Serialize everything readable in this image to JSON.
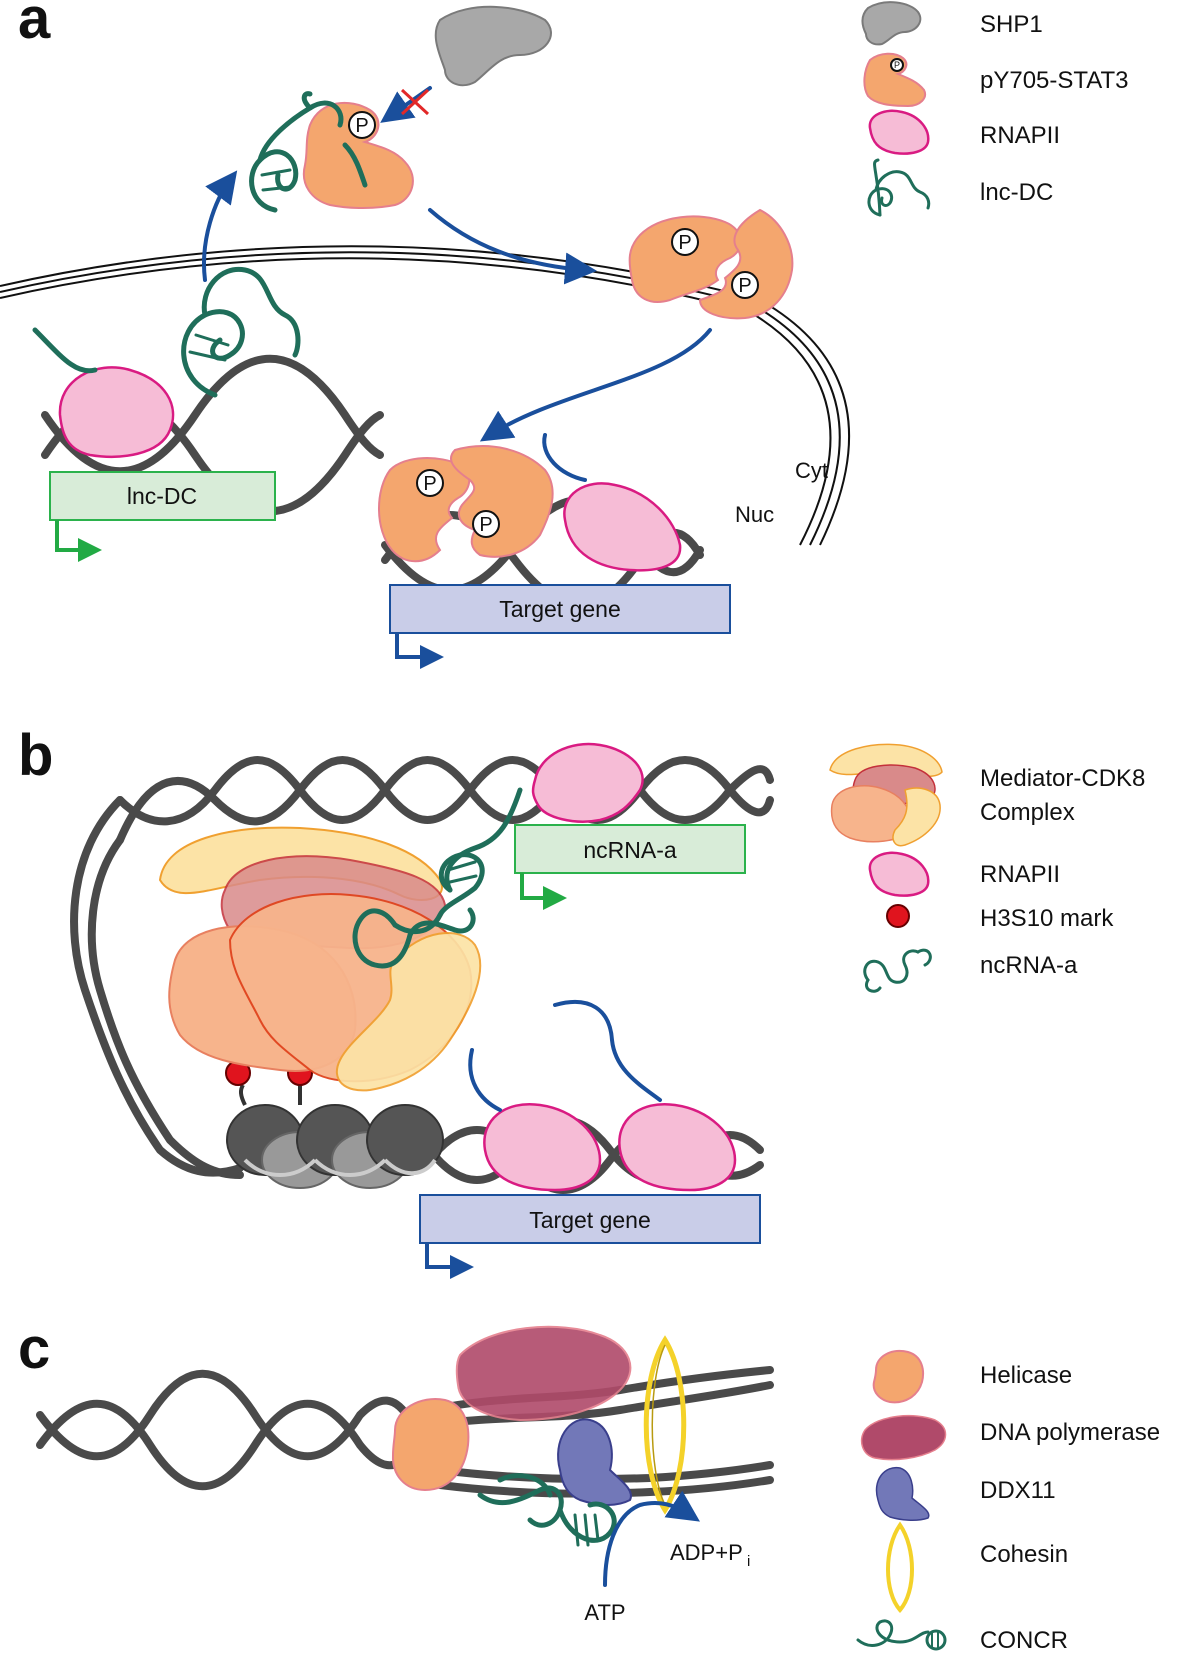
{
  "panels": {
    "a": {
      "letter": "a",
      "legend": [
        {
          "label": "SHP1",
          "icon": "shp1-icon"
        },
        {
          "label": "pY705-STAT3",
          "icon": "stat3-icon"
        },
        {
          "label": "RNAPII",
          "icon": "rnapii-icon"
        },
        {
          "label": "lnc-DC",
          "icon": "lncrna-icon"
        }
      ],
      "phospho_label": "P",
      "gene_lnc": "lnc-DC",
      "gene_target": "Target gene",
      "cyt_label": "Cyt",
      "nuc_label": "Nuc"
    },
    "b": {
      "letter": "b",
      "legend": [
        {
          "label": "Mediator-CDK8",
          "label2": "Complex",
          "icon": "mediator-icon"
        },
        {
          "label": "RNAPII",
          "icon": "rnapii-icon"
        },
        {
          "label": "H3S10 mark",
          "icon": "h3s10-icon"
        },
        {
          "label": "ncRNA-a",
          "icon": "ncrna-icon"
        }
      ],
      "gene_ncrna": "ncRNA-a",
      "gene_target": "Target gene"
    },
    "c": {
      "letter": "c",
      "legend": [
        {
          "label": "Helicase",
          "icon": "helicase-icon"
        },
        {
          "label": "DNA polymerase",
          "icon": "polymerase-icon"
        },
        {
          "label": "DDX11",
          "icon": "ddx11-icon"
        },
        {
          "label": "Cohesin",
          "icon": "cohesin-icon"
        },
        {
          "label": "CONCR",
          "icon": "concr-icon"
        }
      ],
      "atp_label": "ATP",
      "adp_label": "ADP+P",
      "adp_sub": "i"
    }
  },
  "colors": {
    "stat3": "#f4a66e",
    "rnapii": "#f6bcd6",
    "shp1": "#a8a8a8",
    "rna": "#1f6e5a",
    "dna": "#4a4a4a",
    "arrow": "#1a4f9c",
    "lnc_box": "#d8ecd8",
    "target_box": "#c9cde8",
    "mediator_yellow": "#fce3a6",
    "mediator_orange": "#f7b48c",
    "h3s10": "#e0141e",
    "polymerase": "#b04a6a",
    "ddx11": "#7278b8",
    "cohesin": "#f4d22a"
  }
}
